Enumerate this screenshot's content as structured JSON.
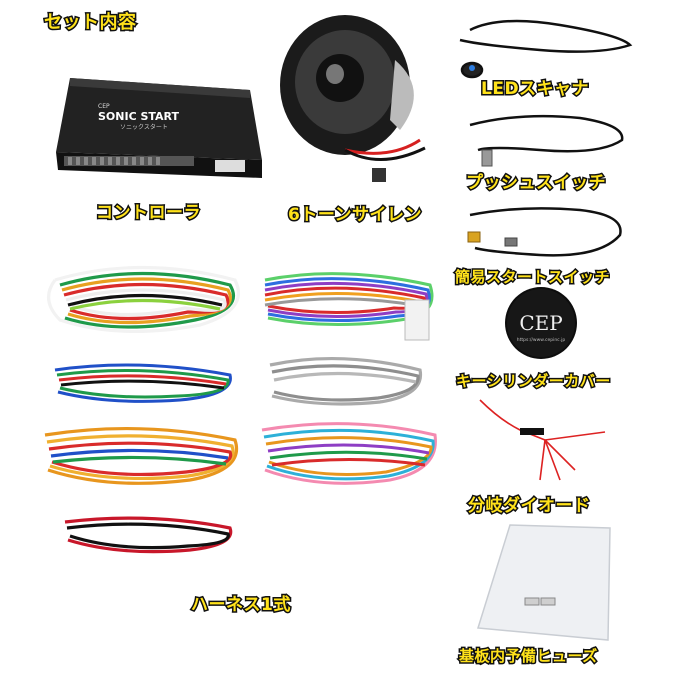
{
  "title": "セット内容",
  "items": {
    "controller": {
      "label": "コントローラ",
      "brand": "SONIC START",
      "maker": "CEP",
      "sub": "ソニックスタート"
    },
    "siren": {
      "label": "6トーンサイレン"
    },
    "led_scanner": {
      "label": "LEDスキャナ"
    },
    "push_switch": {
      "label": "プッシュスイッチ"
    },
    "start_switch": {
      "label": "簡易スタートスイッチ"
    },
    "key_cover": {
      "label": "キーシリンダーカバー",
      "logo": "CEP",
      "url": "https://www.cepinc.jp"
    },
    "diode": {
      "label": "分岐ダイオード"
    },
    "harness": {
      "label": "ハーネス1式"
    },
    "fuse": {
      "label": "基板内予備ヒューズ"
    }
  },
  "colors": {
    "label_fill": "#ffe21a",
    "label_outline": "#111111"
  }
}
